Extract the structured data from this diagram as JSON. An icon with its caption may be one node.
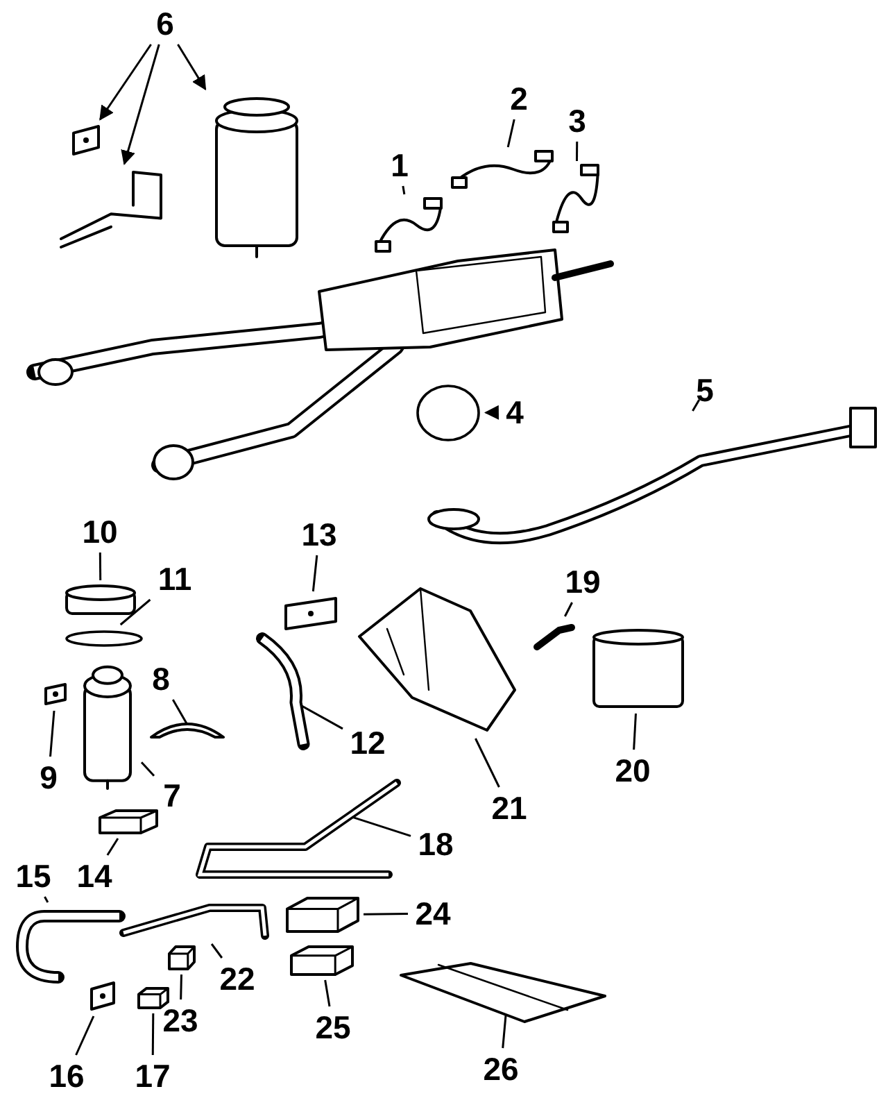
{
  "diagram": {
    "nodes": [
      {
        "text": [
          "1"
        ]
      },
      {
        "text": [],
        "shape": "picture"
      },
      {
        "text": [
          "2"
        ]
      },
      {
        "text": [],
        "shape": "picture"
      },
      {
        "text": [
          "3"
        ]
      },
      {
        "text": [],
        "shape": "picture"
      },
      {
        "text": [
          "4"
        ]
      },
      {
        "text": [],
        "shape": "circle"
      },
      {
        "text": [
          "5"
        ]
      },
      {
        "text": [],
        "shape": "picture"
      },
      {
        "text": [
          "6"
        ]
      },
      {
        "text": [],
        "shape": "picture"
      },
      {
        "text": [],
        "shape": "picture"
      },
      {
        "text": [],
        "shape": "picture"
      },
      {
        "text": [
          "7"
        ]
      },
      {
        "text": [],
        "shape": "picture"
      },
      {
        "text": [
          "8"
        ]
      },
      {
        "text": [],
        "shape": "picture"
      },
      {
        "text": [
          "9"
        ]
      },
      {
        "text": [],
        "shape": "picture"
      },
      {
        "text": [
          "10"
        ]
      },
      {
        "text": [],
        "shape": "cylinder"
      },
      {
        "text": [
          "11"
        ]
      },
      {
        "text": [],
        "shape": "circle"
      },
      {
        "text": [
          "12"
        ]
      },
      {
        "text": [],
        "shape": "picture"
      },
      {
        "text": [
          "13"
        ]
      },
      {
        "text": [],
        "shape": "picture"
      },
      {
        "text": [
          "14"
        ]
      },
      {
        "text": [],
        "shape": "box"
      },
      {
        "text": [
          "15"
        ]
      },
      {
        "text": [],
        "shape": "picture"
      },
      {
        "text": [
          "16"
        ]
      },
      {
        "text": [],
        "shape": "picture"
      },
      {
        "text": [
          "17"
        ]
      },
      {
        "text": [],
        "shape": "box"
      },
      {
        "text": [
          "18"
        ]
      },
      {
        "text": [],
        "shape": "picture"
      },
      {
        "text": [
          "19"
        ]
      },
      {
        "text": [],
        "shape": "picture"
      },
      {
        "text": [
          "20"
        ]
      },
      {
        "text": [],
        "shape": "cylinder"
      },
      {
        "text": [
          "21"
        ]
      },
      {
        "text": [],
        "shape": "picture"
      },
      {
        "text": [
          "22"
        ]
      },
      {
        "text": [],
        "shape": "picture"
      },
      {
        "text": [
          "23"
        ]
      },
      {
        "text": [],
        "shape": "box"
      },
      {
        "text": [
          "24"
        ]
      },
      {
        "text": [],
        "shape": "box"
      },
      {
        "text": [
          "25"
        ]
      },
      {
        "text": [],
        "shape": "box"
      },
      {
        "text": [
          "26"
        ]
      },
      {
        "text": [],
        "shape": "picture"
      }
    ],
    "edges": [
      {
        "from": 0,
        "to": 1,
        "arrow": "none"
      },
      {
        "from": 2,
        "to": 3,
        "arrow": "none"
      },
      {
        "from": 4,
        "to": 5,
        "arrow": "none"
      },
      {
        "from": 6,
        "to": 7,
        "arrow": "to"
      },
      {
        "from": 8,
        "to": 9,
        "arrow": "none"
      },
      {
        "from": 10,
        "to": 11,
        "arrow": "to"
      },
      {
        "from": 10,
        "to": 12,
        "arrow": "to"
      },
      {
        "from": 10,
        "to": 13,
        "arrow": "to"
      },
      {
        "from": 14,
        "to": 15,
        "arrow": "none"
      },
      {
        "from": 16,
        "to": 17,
        "arrow": "none"
      },
      {
        "from": 18,
        "to": 19,
        "arrow": "none"
      },
      {
        "from": 20,
        "to": 21,
        "arrow": "none"
      },
      {
        "from": 22,
        "to": 23,
        "arrow": "none"
      },
      {
        "from": 24,
        "to": 25,
        "arrow": "none"
      },
      {
        "from": 26,
        "to": 27,
        "arrow": "none"
      },
      {
        "from": 28,
        "to": 29,
        "arrow": "none"
      },
      {
        "from": 30,
        "to": 31,
        "arrow": "none"
      },
      {
        "from": 32,
        "to": 33,
        "arrow": "none"
      },
      {
        "from": 34,
        "to": 35,
        "arrow": "none"
      },
      {
        "from": 36,
        "to": 37,
        "arrow": "none"
      },
      {
        "from": 38,
        "to": 39,
        "arrow": "none"
      },
      {
        "from": 40,
        "to": 41,
        "arrow": "none"
      },
      {
        "from": 42,
        "to": 43,
        "arrow": "none"
      },
      {
        "from": 44,
        "to": 45,
        "arrow": "none"
      },
      {
        "from": 46,
        "to": 47,
        "arrow": "none"
      },
      {
        "from": 48,
        "to": 49,
        "arrow": "none"
      },
      {
        "from": 50,
        "to": 51,
        "arrow": "none"
      },
      {
        "from": 52,
        "to": 53,
        "arrow": "none"
      }
    ]
  }
}
